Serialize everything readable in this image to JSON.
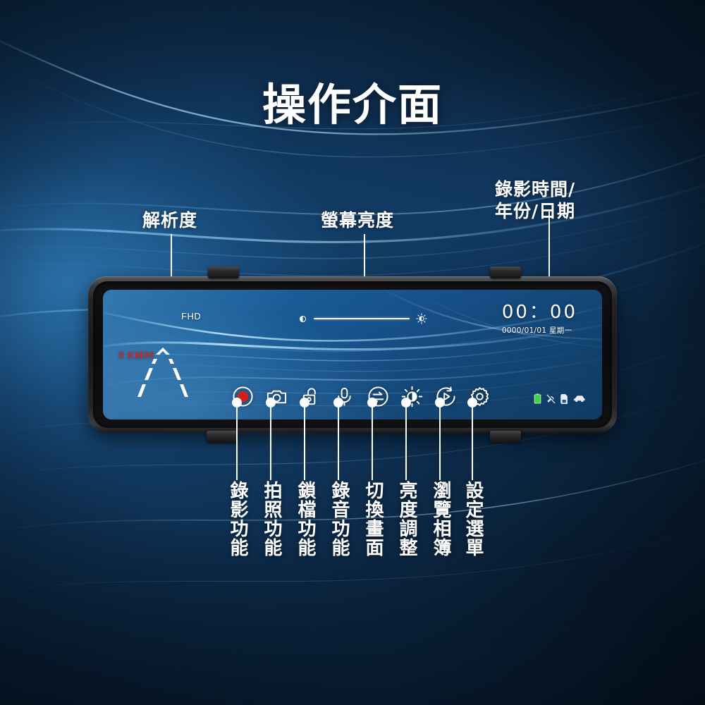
{
  "page": {
    "title": "操作介面"
  },
  "callouts": [
    {
      "key": "resolution",
      "label": "解析度",
      "name": "callout-resolution"
    },
    {
      "key": "brightness",
      "label": "螢幕亮度",
      "name": "callout-screen-brightness"
    },
    {
      "key": "datetime",
      "label": "錄影時間/\n年份/日期",
      "name": "callout-record-time-date"
    }
  ],
  "device": {
    "screen": {
      "resolution_badge": "FHD",
      "clock_time": "00：00",
      "clock_date": "0000/01/01 星期一",
      "speed": "0 KM/H",
      "brightness_low_icon": "brightness-low-icon",
      "brightness_high_icon": "brightness-high-icon",
      "adas_icon": "lane-departure-icon"
    },
    "toolbar": [
      {
        "key": "record",
        "icon": "record-icon",
        "label": "錄影功能"
      },
      {
        "key": "photo",
        "icon": "camera-icon",
        "label": "拍照功能"
      },
      {
        "key": "lock",
        "icon": "unlock-icon",
        "label": "鎖檔功能"
      },
      {
        "key": "audio",
        "icon": "microphone-icon",
        "label": "錄音功能"
      },
      {
        "key": "switch",
        "icon": "switch-view-icon",
        "label": "切換畫面"
      },
      {
        "key": "brightness",
        "icon": "brightness-icon",
        "label": "亮度調整"
      },
      {
        "key": "album",
        "icon": "playback-icon",
        "label": "瀏覽相簿"
      },
      {
        "key": "settings",
        "icon": "gear-icon",
        "label": "設定選單"
      }
    ],
    "status_icons": [
      {
        "key": "battery",
        "icon": "battery-icon",
        "color": "#3fd23f"
      },
      {
        "key": "gps",
        "icon": "gps-off-icon",
        "color": "#e8eef4"
      },
      {
        "key": "sdcard",
        "icon": "sd-card-icon",
        "color": "#e8eef4"
      },
      {
        "key": "parkmode",
        "icon": "car-icon",
        "color": "#e8eef4"
      }
    ]
  },
  "colors": {
    "background_dark": "#05101c",
    "background_blue": "#14416c",
    "screen_blue": "#175089",
    "accent_white": "#ffffff",
    "record_red": "#d11f1f",
    "speed_red": "#c42a2a",
    "battery_green": "#3fd23f"
  }
}
